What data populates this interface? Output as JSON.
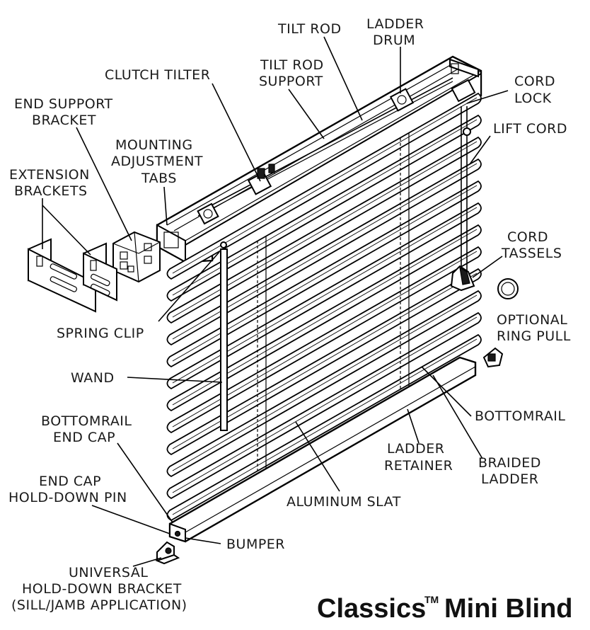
{
  "title": {
    "main": "Classics",
    "tm": "TM",
    "rest": "Mini Blind"
  },
  "labels": {
    "tilt_rod": "TILT ROD",
    "ladder_drum": [
      "LADDER",
      "DRUM"
    ],
    "clutch_tilter": "CLUTCH TILTER",
    "tilt_rod_support": [
      "TILT ROD",
      "SUPPORT"
    ],
    "cord_lock": [
      "CORD",
      "LOCK"
    ],
    "lift_cord": "LIFT CORD",
    "end_support_bracket": [
      "END SUPPORT",
      "BRACKET"
    ],
    "mounting_adjustment_tabs": [
      "MOUNTING",
      "ADJUSTMENT",
      "TABS"
    ],
    "extension_brackets": [
      "EXTENSION",
      "BRACKETS"
    ],
    "cord_tassels": [
      "CORD",
      "TASSELS"
    ],
    "optional_ring_pull": [
      "OPTIONAL",
      "RING PULL"
    ],
    "spring_clip": "SPRING CLIP",
    "wand": "WAND",
    "bottomrail": "BOTTOMRAIL",
    "bottomrail_end_cap": [
      "BOTTOMRAIL",
      "END CAP"
    ],
    "ladder_retainer": [
      "LADDER",
      "RETAINER"
    ],
    "braided_ladder": [
      "BRAIDED",
      "LADDER"
    ],
    "end_cap_hold_down_pin": [
      "END CAP",
      "HOLD-DOWN PIN"
    ],
    "aluminum_slat": "ALUMINUM SLAT",
    "bumper": "BUMPER",
    "universal_hold_down_bracket": [
      "UNIVERSAL",
      "HOLD-DOWN BRACKET",
      "(SILL/JAMB APPLICATION)"
    ]
  }
}
